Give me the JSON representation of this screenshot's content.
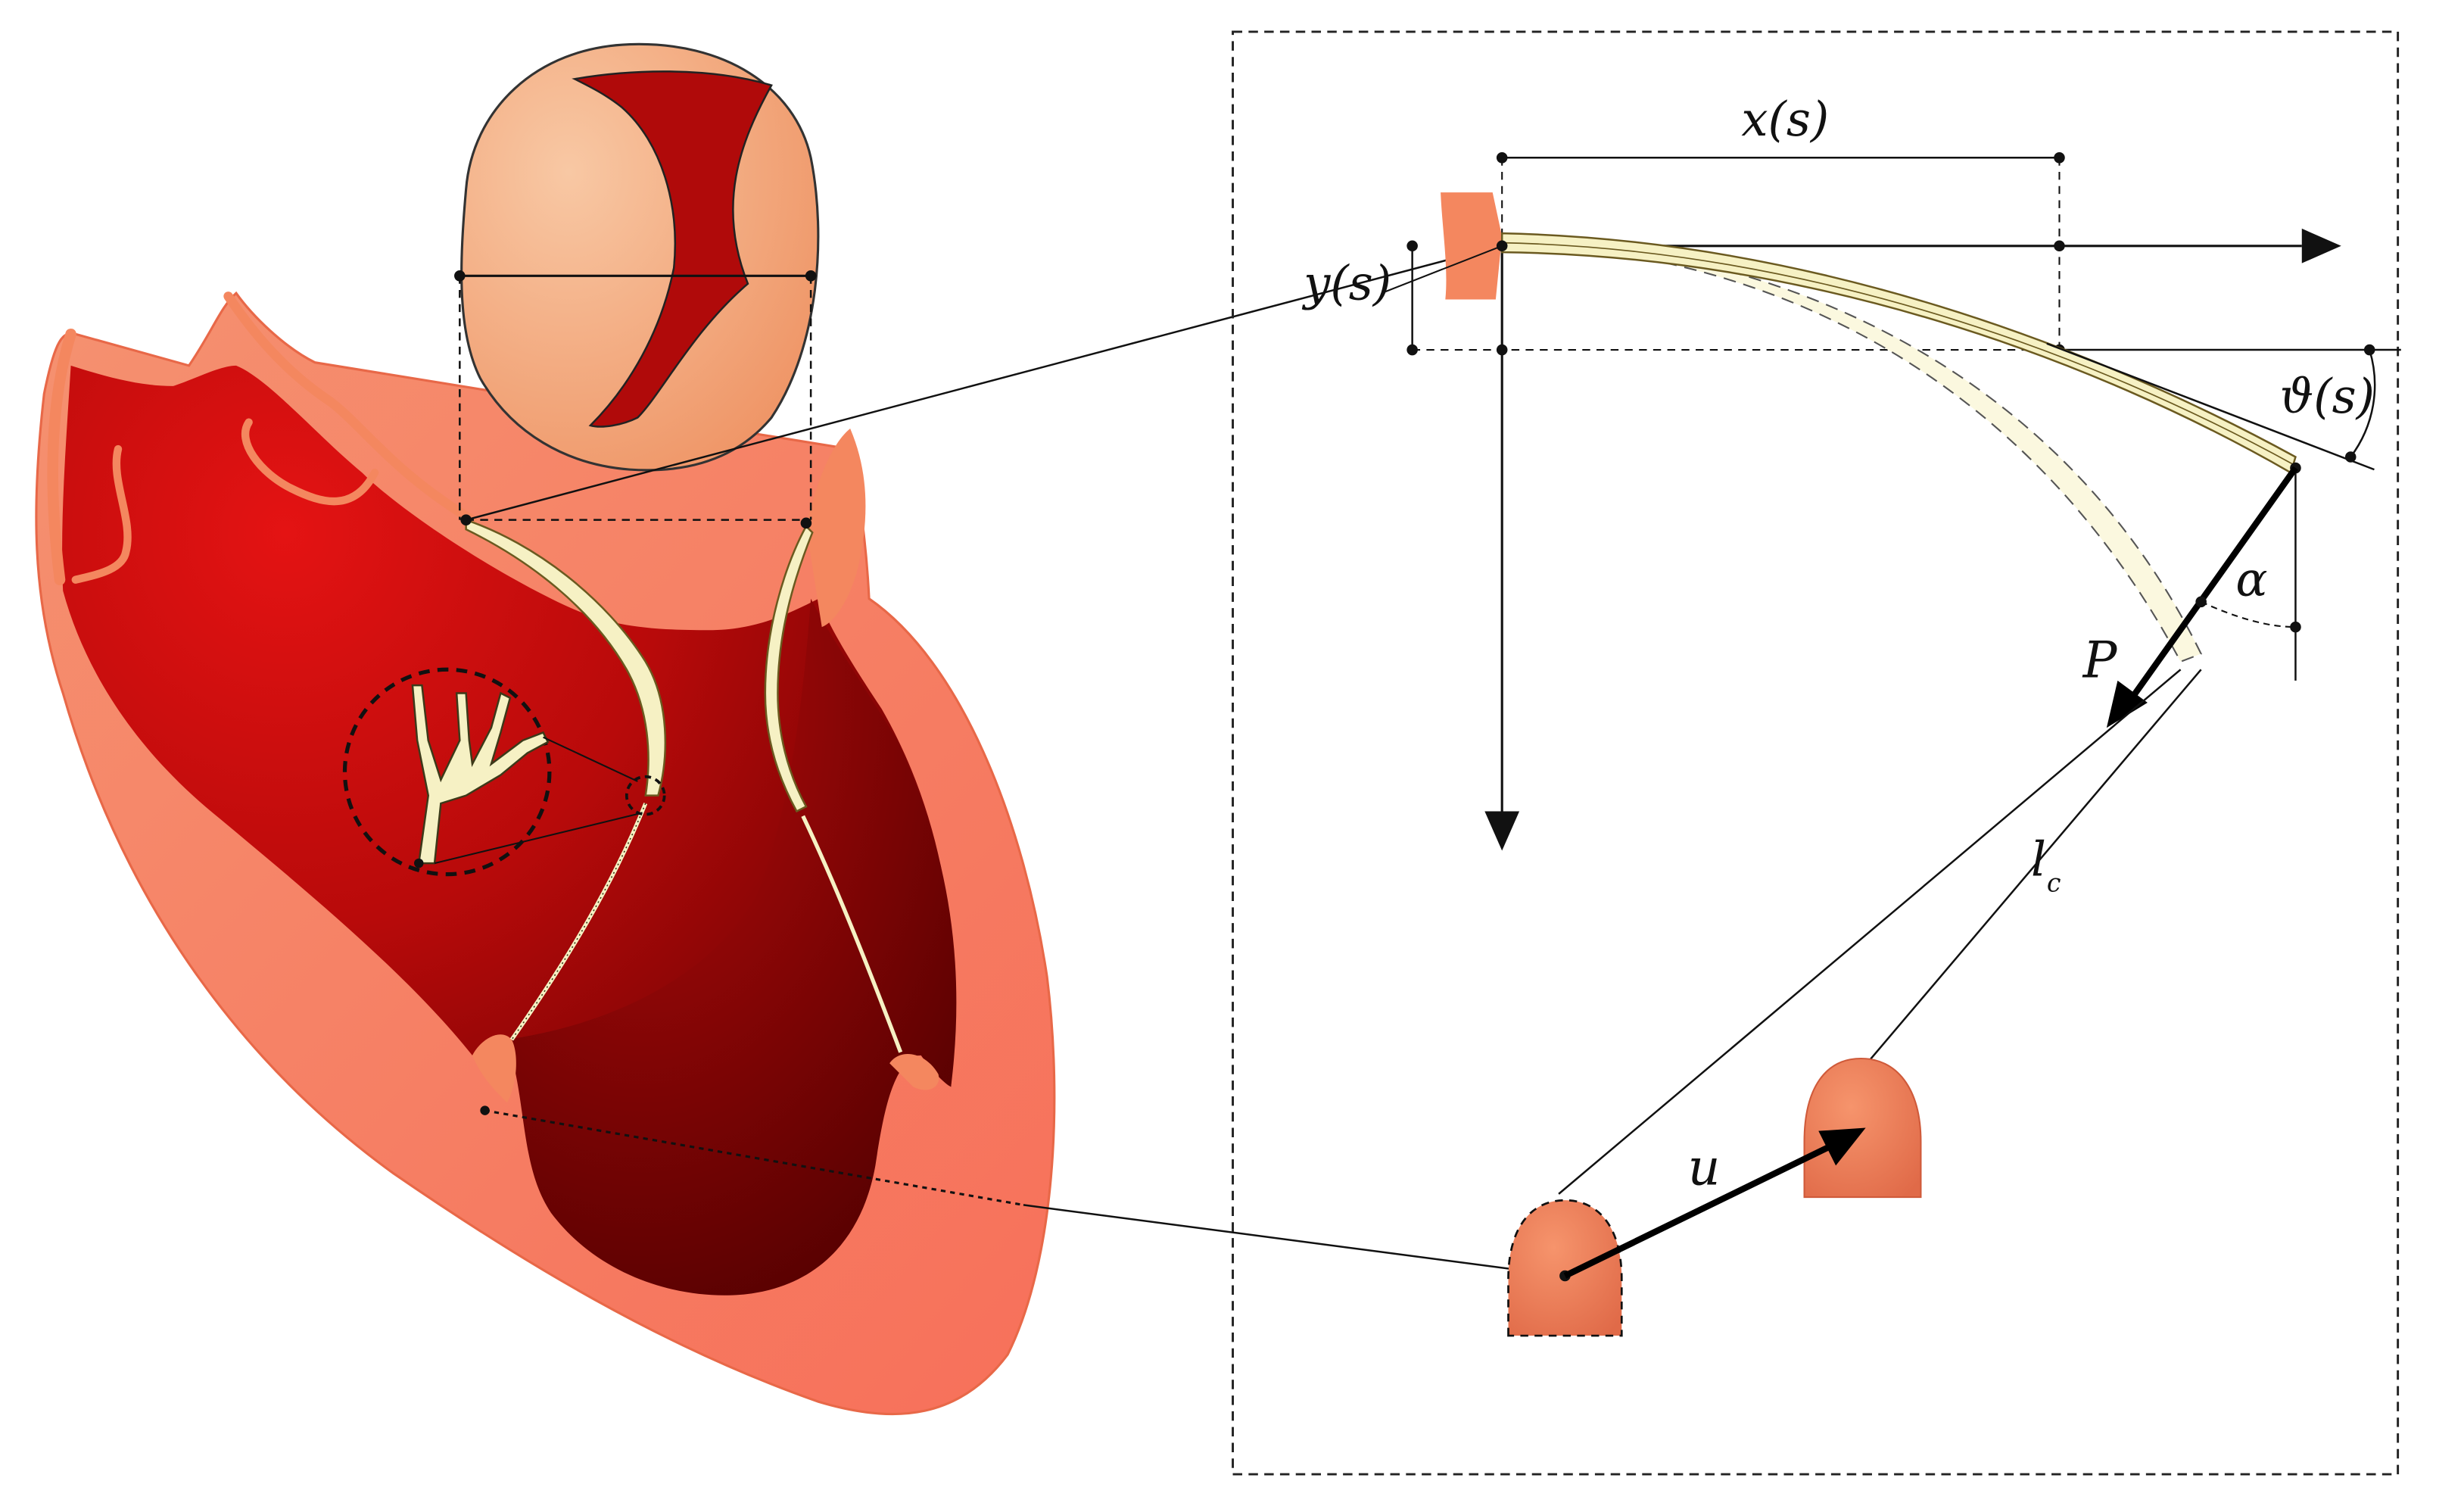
{
  "figure": {
    "background": "#ffffff",
    "colors": {
      "muscle_light": "#f4875f",
      "muscle_dark": "#7a0000",
      "chamber_red": "#d40f10",
      "chordae": "#f6f1c4",
      "arrow": "#000000"
    },
    "labels": {
      "x_s": "x(s)",
      "y_s": "y(s)",
      "theta_s": "ϑ(s)",
      "alpha": "α",
      "P": "P",
      "l_c": "l",
      "l_c_sub": "c",
      "u": "u"
    }
  }
}
